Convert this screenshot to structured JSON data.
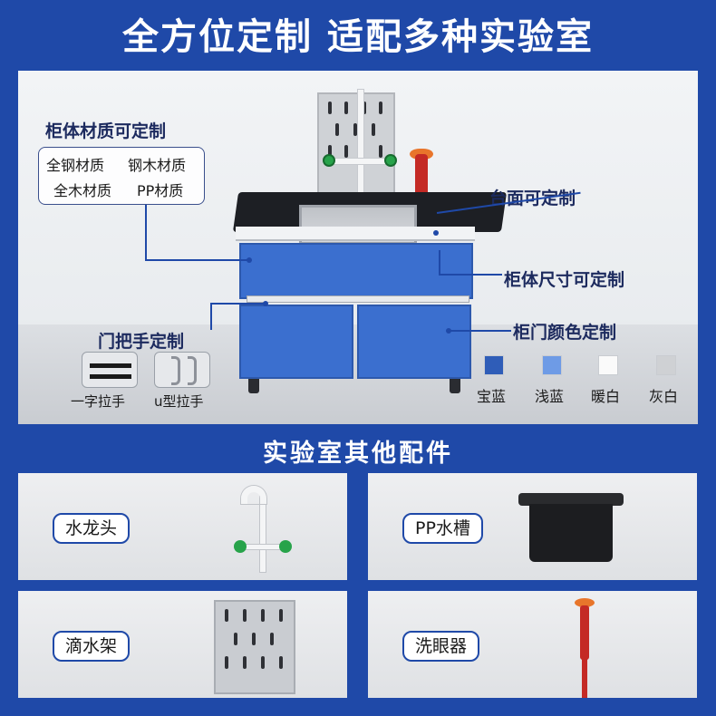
{
  "title": "全方位定制 适配多种实验室",
  "hero": {
    "labels": {
      "material": "柜体材质可定制",
      "countertop": "台面可定制",
      "size": "柜体尺寸可定制",
      "handle": "门把手定制",
      "door_color": "柜门颜色定制"
    },
    "materials": [
      "全钢材质",
      "钢木材质",
      "全木材质",
      "PP材质"
    ],
    "handles": [
      "一字拉手",
      "u型拉手"
    ],
    "colors": [
      {
        "name": "宝蓝",
        "hex": "#2f5db8"
      },
      {
        "name": "浅蓝",
        "hex": "#6e9be6"
      },
      {
        "name": "暖白",
        "hex": "#fafafa"
      },
      {
        "name": "灰白",
        "hex": "#cfd1d4"
      }
    ]
  },
  "accessories_title": "实验室其他配件",
  "accessories": [
    {
      "label": "水龙头",
      "icon": "faucet-icon"
    },
    {
      "label": "PP水槽",
      "icon": "sink-tub-icon"
    },
    {
      "label": "滴水架",
      "icon": "drying-rack-icon"
    },
    {
      "label": "洗眼器",
      "icon": "eyewash-icon"
    }
  ],
  "colors": {
    "brand_blue": "#1f49a8",
    "cabinet_blue": "#3b6fcf",
    "text_dark": "#1c2a5e"
  }
}
